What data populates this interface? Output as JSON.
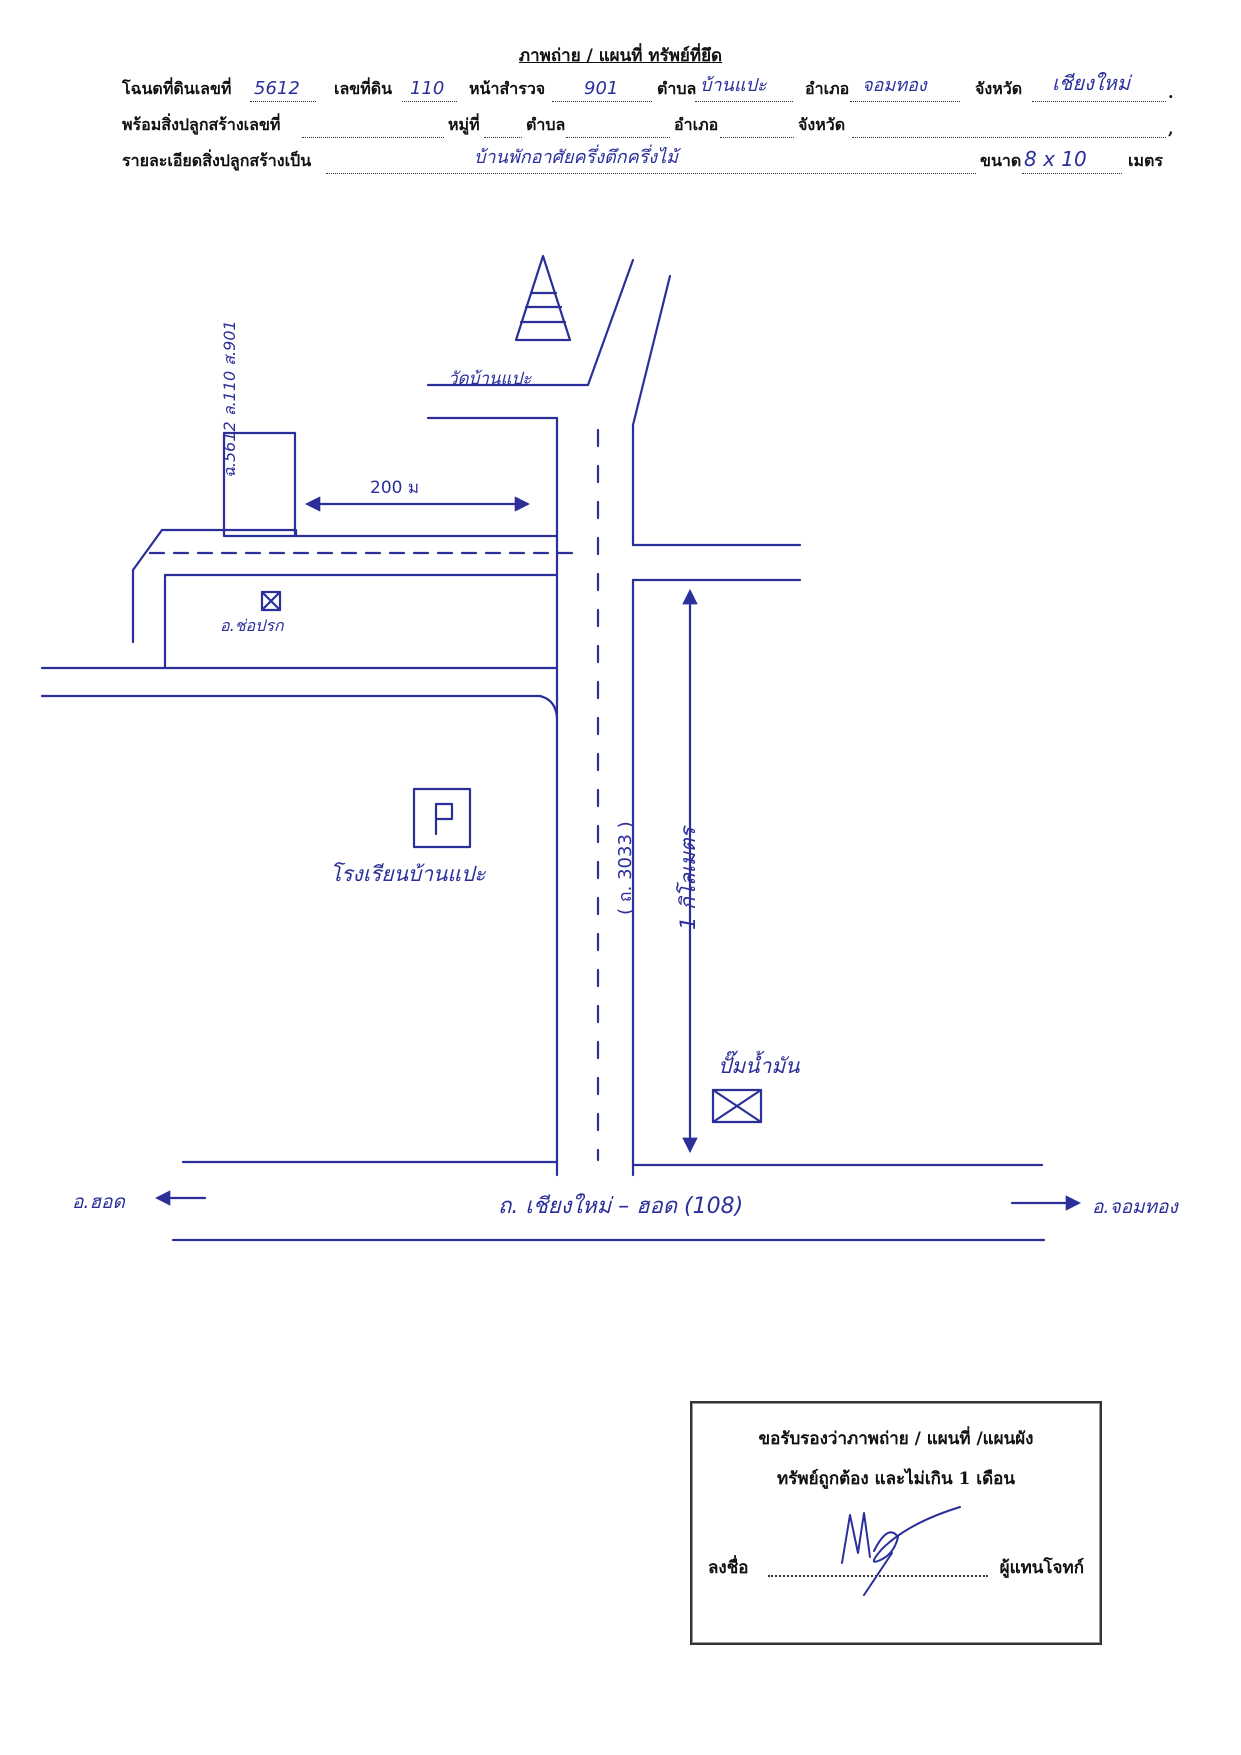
{
  "header": {
    "title": "ภาพถ่าย / แผนที่ ทรัพย์ที่ยึด",
    "line1": {
      "deed_label": "โฉนดที่ดินเลขที่",
      "deed_value": "5612",
      "land_no_label": "เลขที่ดิน",
      "land_no_value": "110",
      "survey_label": "หน้าสำรวจ",
      "survey_value": "901",
      "subdistrict_label": "ตำบล",
      "subdistrict_value": "บ้านแปะ",
      "district_label": "อำเภอ",
      "district_value": "จอมทอง",
      "province_label": "จังหวัด",
      "province_value": "เชียงใหม่"
    },
    "line2": {
      "building_no_label": "พร้อมสิ่งปลูกสร้างเลขที่",
      "moo_label": "หมู่ที่",
      "subdistrict_label": "ตำบล",
      "district_label": "อำเภอ",
      "province_label": "จังหวัด"
    },
    "line3": {
      "detail_label": "รายละเอียดสิ่งปลูกสร้างเป็น",
      "detail_value": "บ้านพักอาศัยครึ่งตึกครึ่งไม้",
      "size_label": "ขนาด",
      "size_value": "8 x 10",
      "unit_label": "เมตร"
    }
  },
  "map": {
    "temple_label": "วัดบ้านแปะ",
    "parcel_label": "ฉ.5612 ล.110 ส.901",
    "distance_label": "200 ม",
    "health_center_label": "อ.ช่อปรก",
    "school_label": "โรงเรียนบ้านแปะ",
    "school_flag_glyph": "P",
    "road_3033_label": "( ถ. 3033 )",
    "km_label": "1 กิโลเมตร",
    "gas_station_label": "ปั๊มน้ำมัน",
    "main_road_label": "ถ. เชียงใหม่ – ฮอด  (108)",
    "left_destination": "อ.ฮอด",
    "right_destination": "อ.จอมทอง",
    "ink_color": "#2b2f9a"
  },
  "certification": {
    "line1": "ขอรับรองว่าภาพถ่าย / แผนที่ /แผนผัง",
    "line2": "ทรัพย์ถูกต้อง และไม่เกิน 1 เดือน",
    "sign_label": "ลงชื่อ",
    "signer_title": "ผู้แทนโจทก์"
  }
}
